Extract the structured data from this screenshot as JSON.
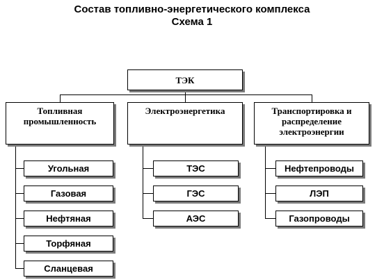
{
  "header": {
    "title": "Состав топливно-энергетического комплекса",
    "subtitle": "Схема 1"
  },
  "diagram": {
    "root": {
      "label": "ТЭК"
    },
    "branches": [
      {
        "label": "Топливная промышленность",
        "items": [
          "Угольная",
          "Газовая",
          "Нефтяная",
          "Торфяная",
          "Сланцевая"
        ]
      },
      {
        "label": "Электроэнергетика",
        "items": [
          "ТЭС",
          "ГЭС",
          "АЭС"
        ]
      },
      {
        "label": "Транспортировка и распределение электроэнергии",
        "items": [
          "Нефтепроводы",
          "ЛЭП",
          "Газопроводы"
        ]
      }
    ]
  }
}
